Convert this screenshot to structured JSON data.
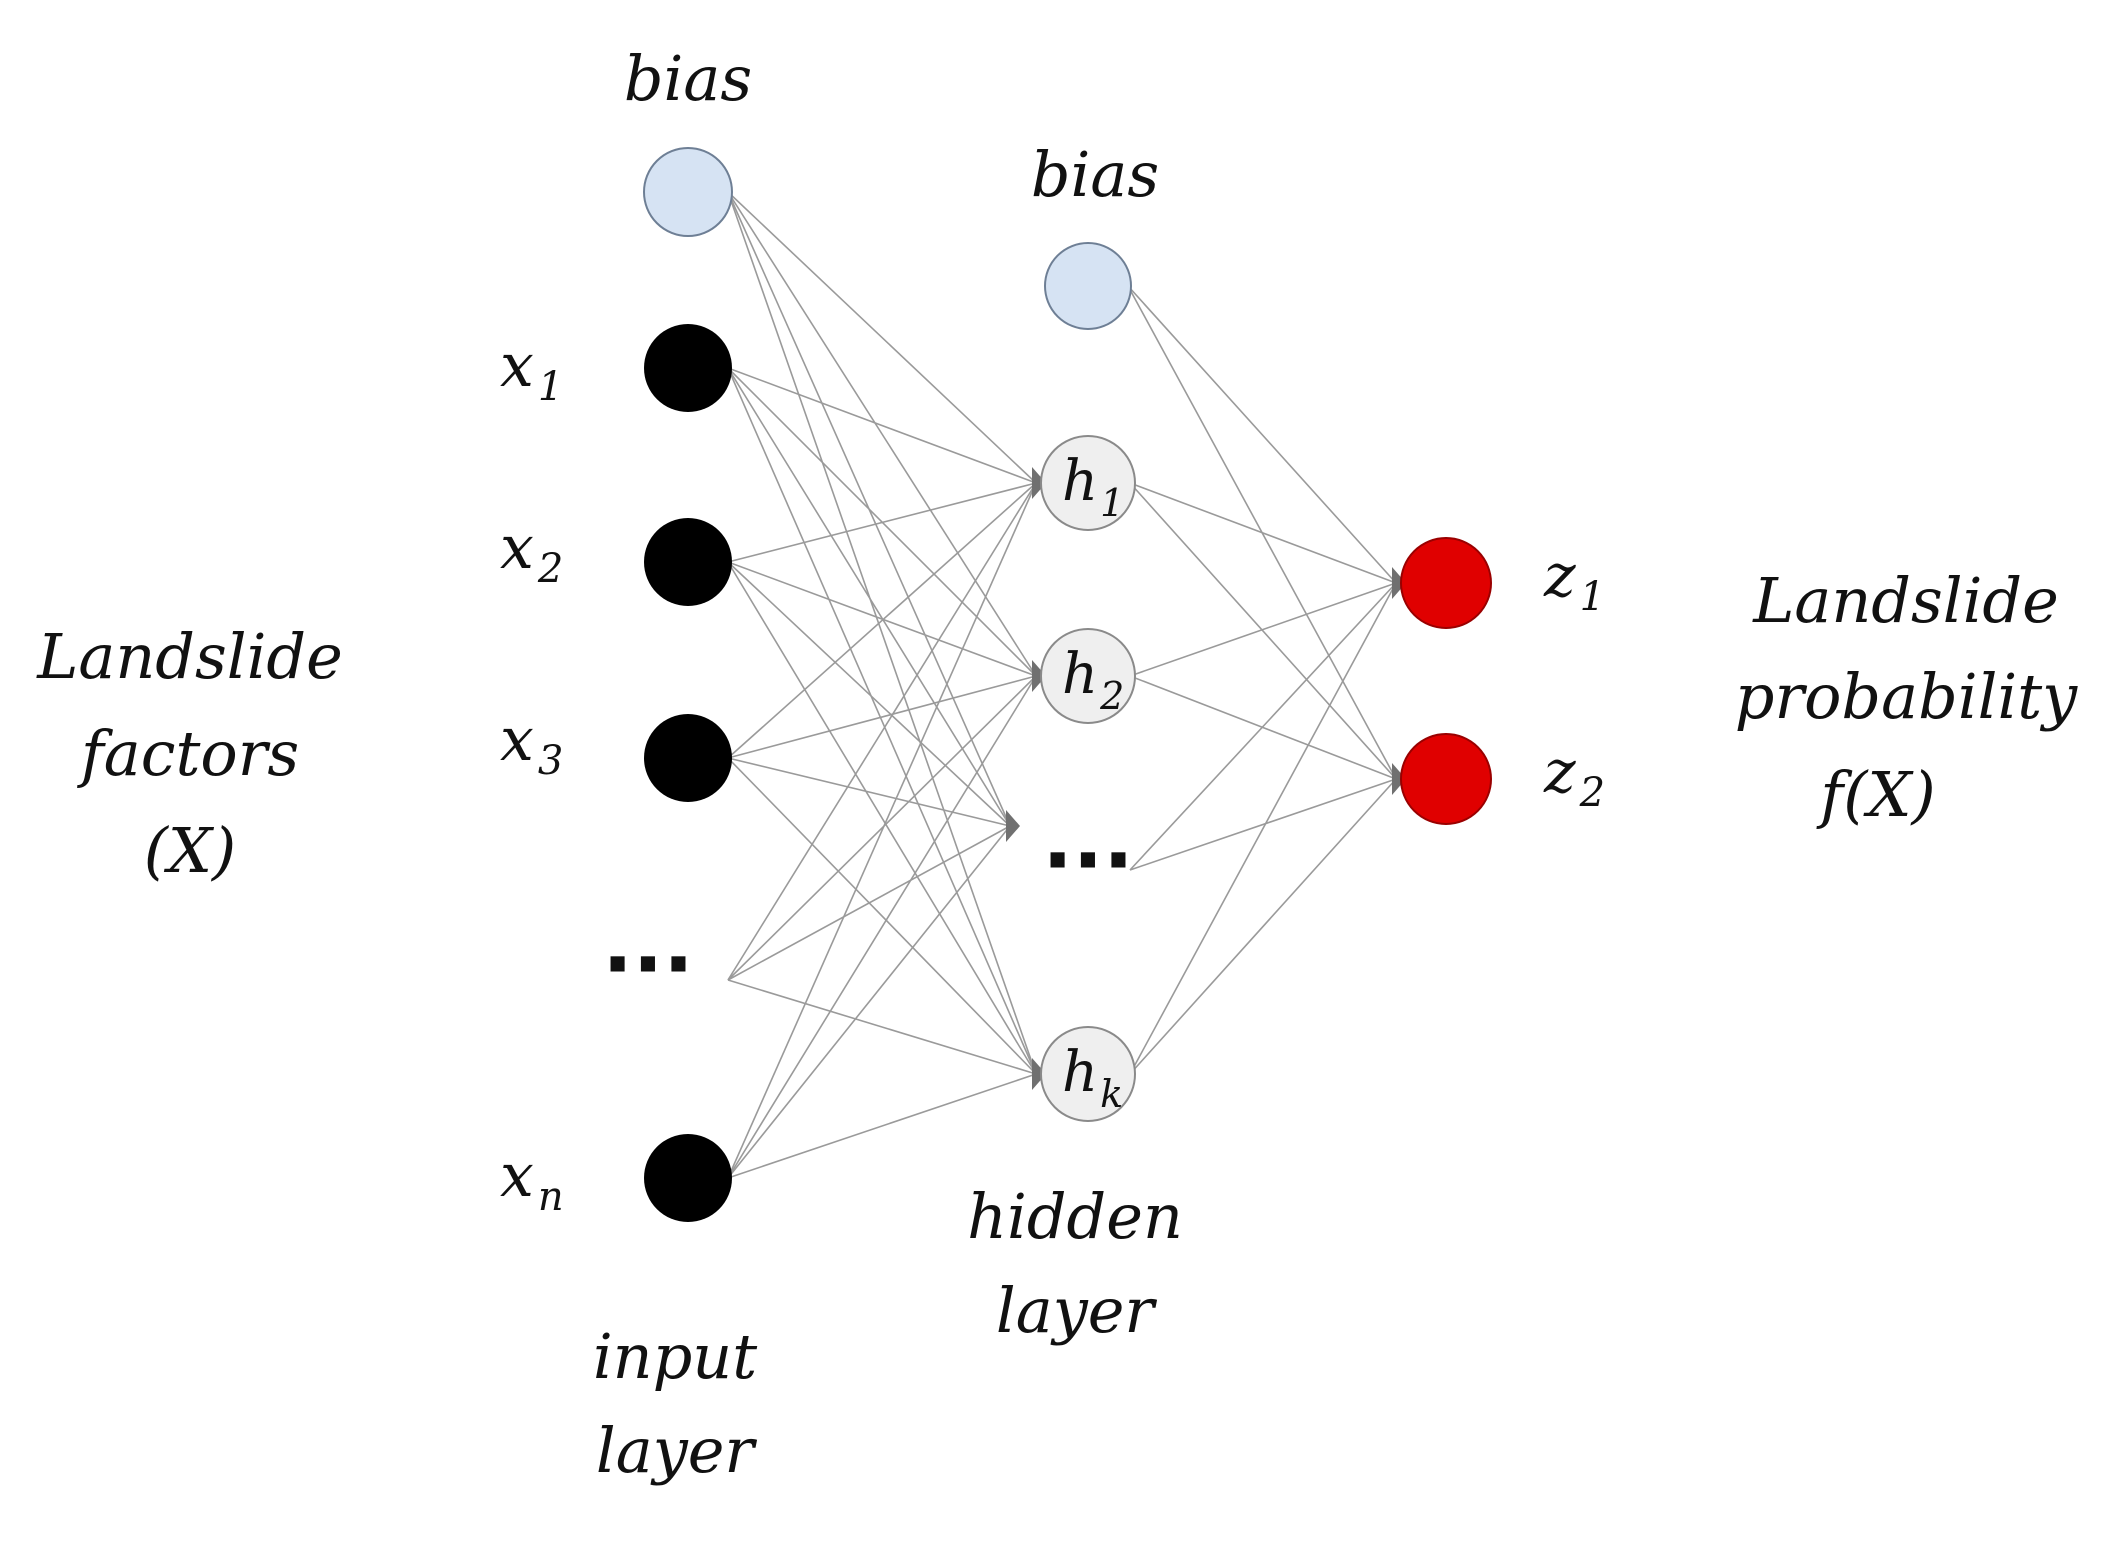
{
  "title": "",
  "colors": {
    "bias_node": "#d6e3f3",
    "input_node": "#000000",
    "hidden_node": "#efefef",
    "output_node": "#e00000",
    "edge": "#9a9a9a",
    "arrow": "#707070"
  },
  "labels": {
    "left_line1": "Landslide",
    "left_line2": "factors",
    "left_line3": "(X)",
    "right_line1": "Landslide",
    "right_line2": "probability",
    "right_line3": "f(X)",
    "input_layer_line1": "input",
    "input_layer_line2": "layer",
    "hidden_layer_line1": "hidden",
    "hidden_layer_line2": "layer",
    "input_bias": "bias",
    "hidden_bias": "bias",
    "ellipsis": "···"
  },
  "input_nodes": [
    {
      "var": "x",
      "sub": "1"
    },
    {
      "var": "x",
      "sub": "2"
    },
    {
      "var": "x",
      "sub": "3"
    },
    {
      "var": "x",
      "sub": "n"
    }
  ],
  "hidden_nodes": [
    {
      "var": "h",
      "sub": "1"
    },
    {
      "var": "h",
      "sub": "2"
    },
    {
      "var": "h",
      "sub": "k"
    }
  ],
  "output_nodes": [
    {
      "var": "z",
      "sub": "1"
    },
    {
      "var": "z",
      "sub": "2"
    }
  ]
}
